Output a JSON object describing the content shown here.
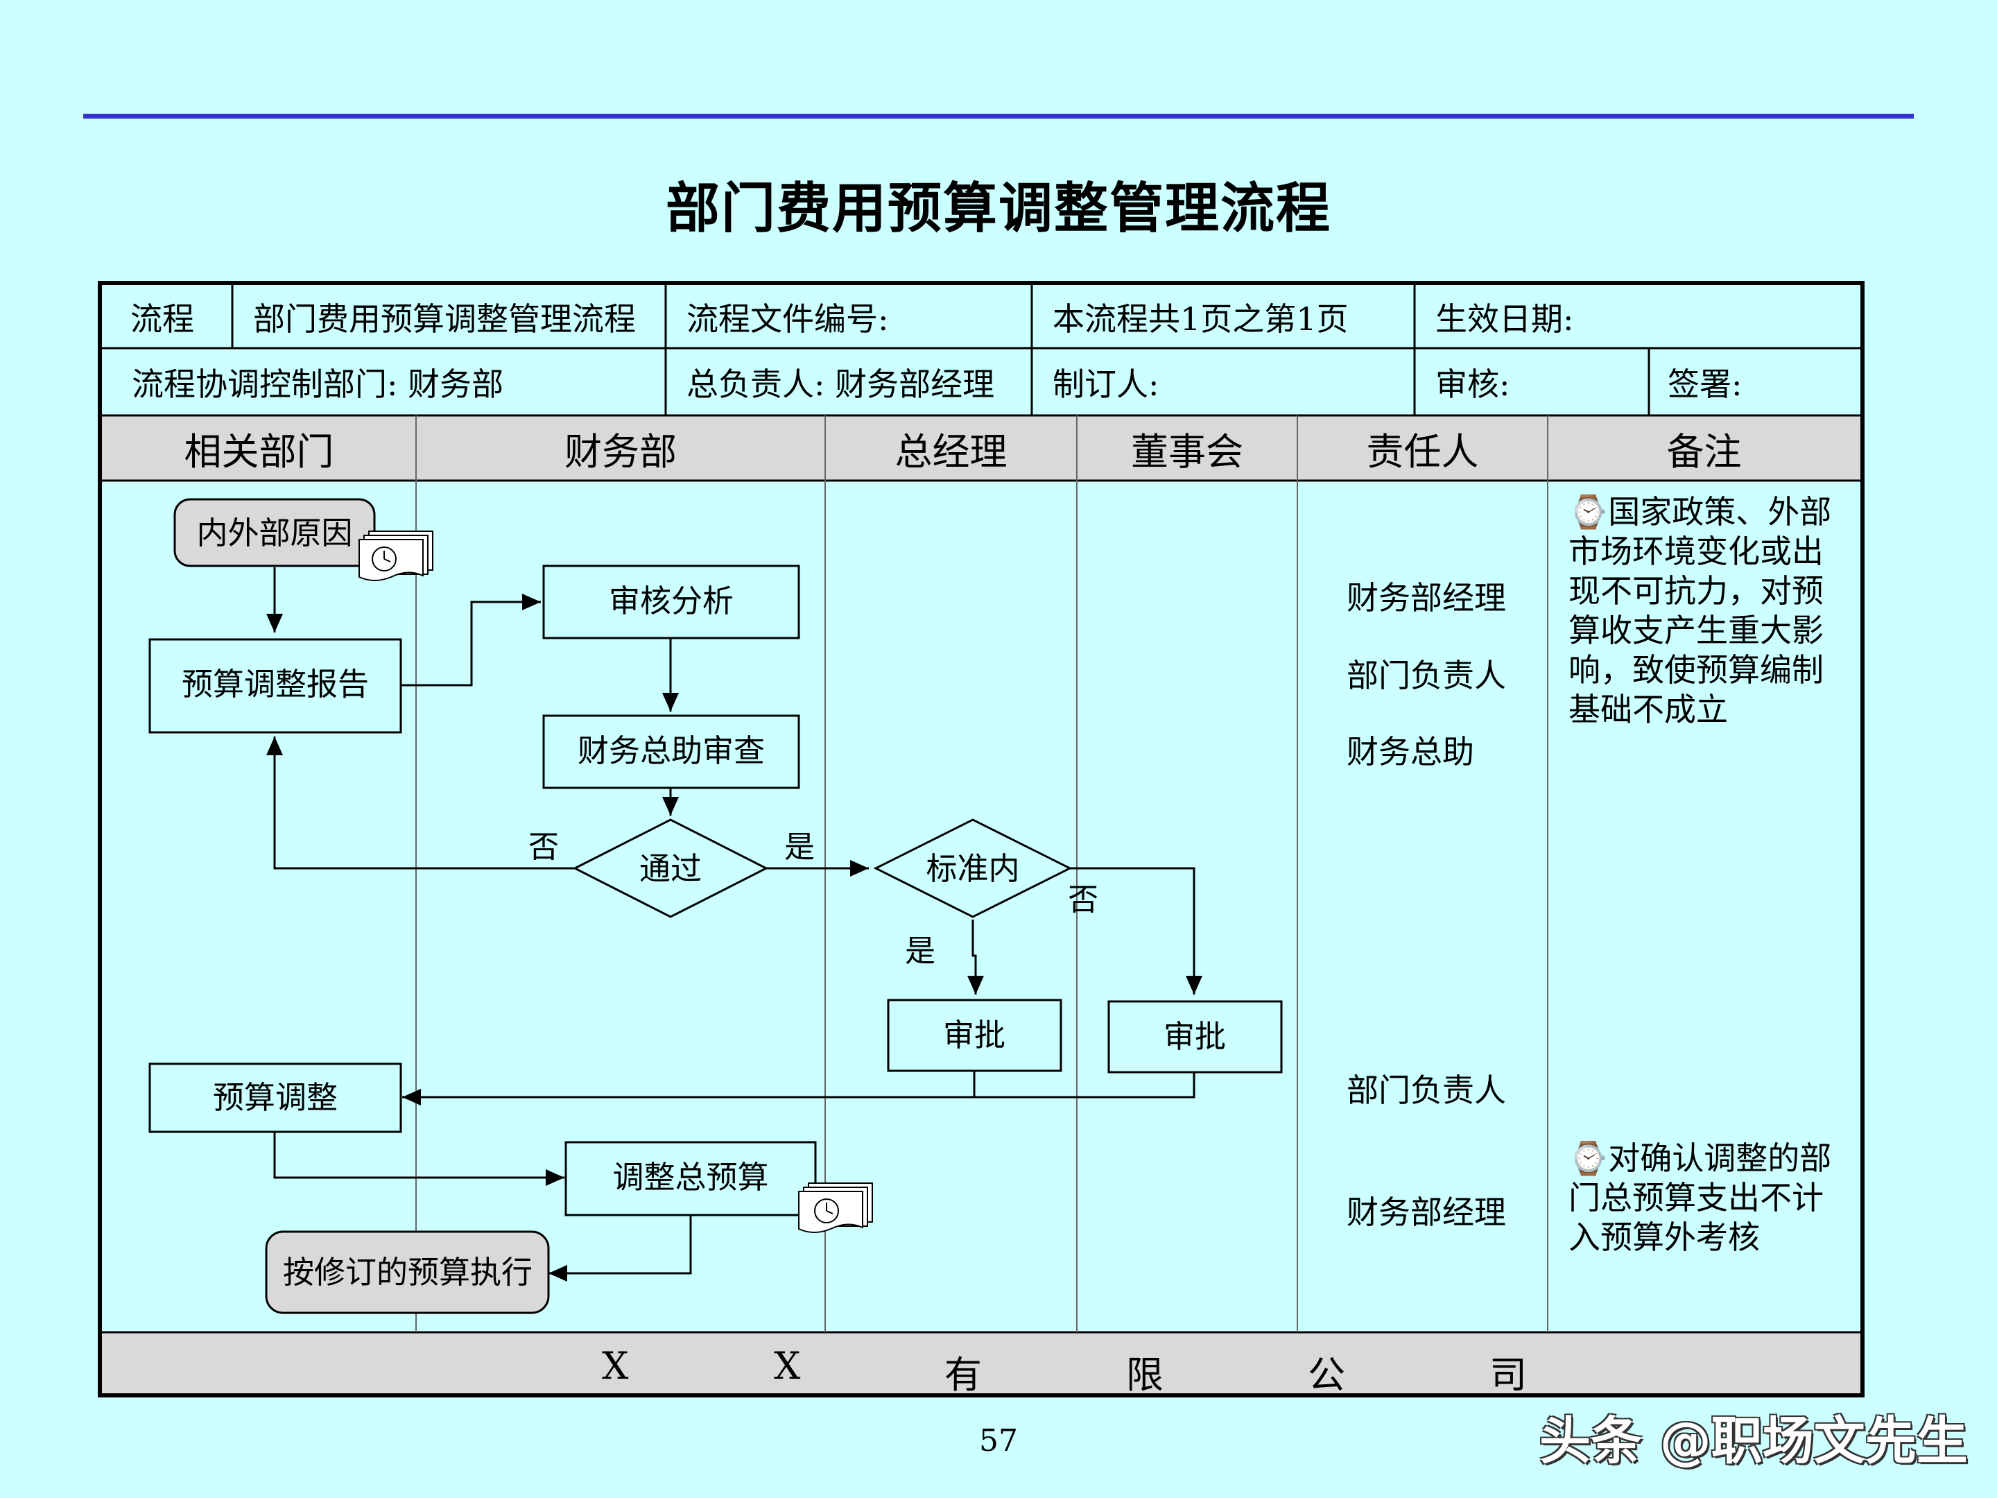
{
  "title": "部门费用预算调整管理流程",
  "info": {
    "label_flow": "流程",
    "flow_name": "部门费用预算调整管理流程",
    "file_no": "流程文件编号:",
    "page_info": "本流程共1页之第1页",
    "effective_date": "生效日期:",
    "coord_dept": "流程协调控制部门:  财务部",
    "owner": "总负责人: 财务部经理",
    "author": "制订人:",
    "reviewer": "审核:",
    "signature": "签署:"
  },
  "columns": [
    "相关部门",
    "财务部",
    "总经理",
    "董事会",
    "责任人",
    "备注"
  ],
  "nodes": {
    "start": "内外部原因",
    "report": "预算调整报告",
    "analysis": "审核分析",
    "assistant_review": "财务总助审查",
    "pass": "通过",
    "within_standard": "标准内",
    "approve_gm": "审批",
    "approve_board": "审批",
    "adjust": "预算调整",
    "total_adjust": "调整总预算",
    "execute": "按修订的预算执行"
  },
  "edge_labels": {
    "pass_no": "否",
    "pass_yes": "是",
    "std_yes": "是",
    "std_no": "否"
  },
  "responsible": {
    "r1": "财务部经理",
    "r2": "部门负责人",
    "r3": "财务总助",
    "r4": "部门负责人",
    "r5": "财务部经理"
  },
  "notes": {
    "n1": "⌚国家政策、外部市场环境变化或出现不可抗力，对预算收支产生重大影响，致使预算编制基础不成立",
    "n2": "⌚对确认调整的部门总预算支出不计入预算外考核"
  },
  "footer_chars": [
    "X",
    "X",
    "有",
    "限",
    "公",
    "司"
  ],
  "page_number": "57",
  "watermark": "头条 @职场文先生"
}
